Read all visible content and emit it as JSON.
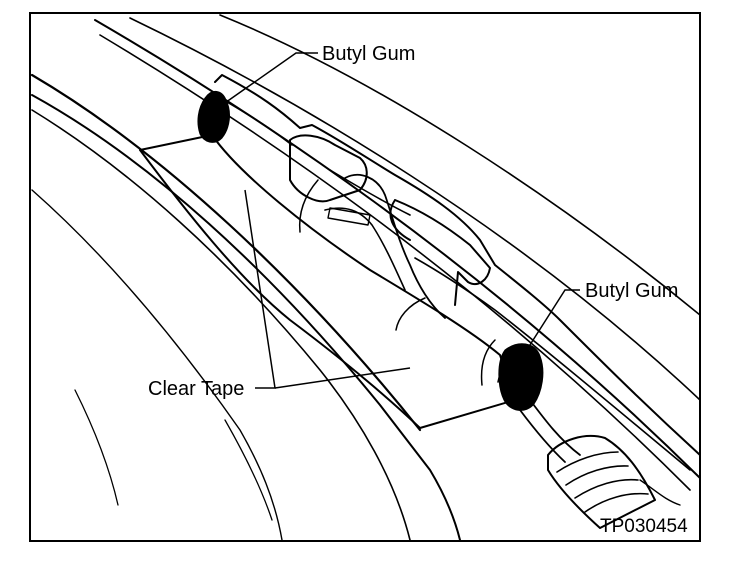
{
  "labels": {
    "butyl_gum_top": "Butyl Gum",
    "butyl_gum_right": "Butyl Gum",
    "clear_tape": "Clear Tape"
  },
  "figure_number": "TP030454",
  "colors": {
    "ink": "#000000",
    "paper": "#ffffff"
  }
}
